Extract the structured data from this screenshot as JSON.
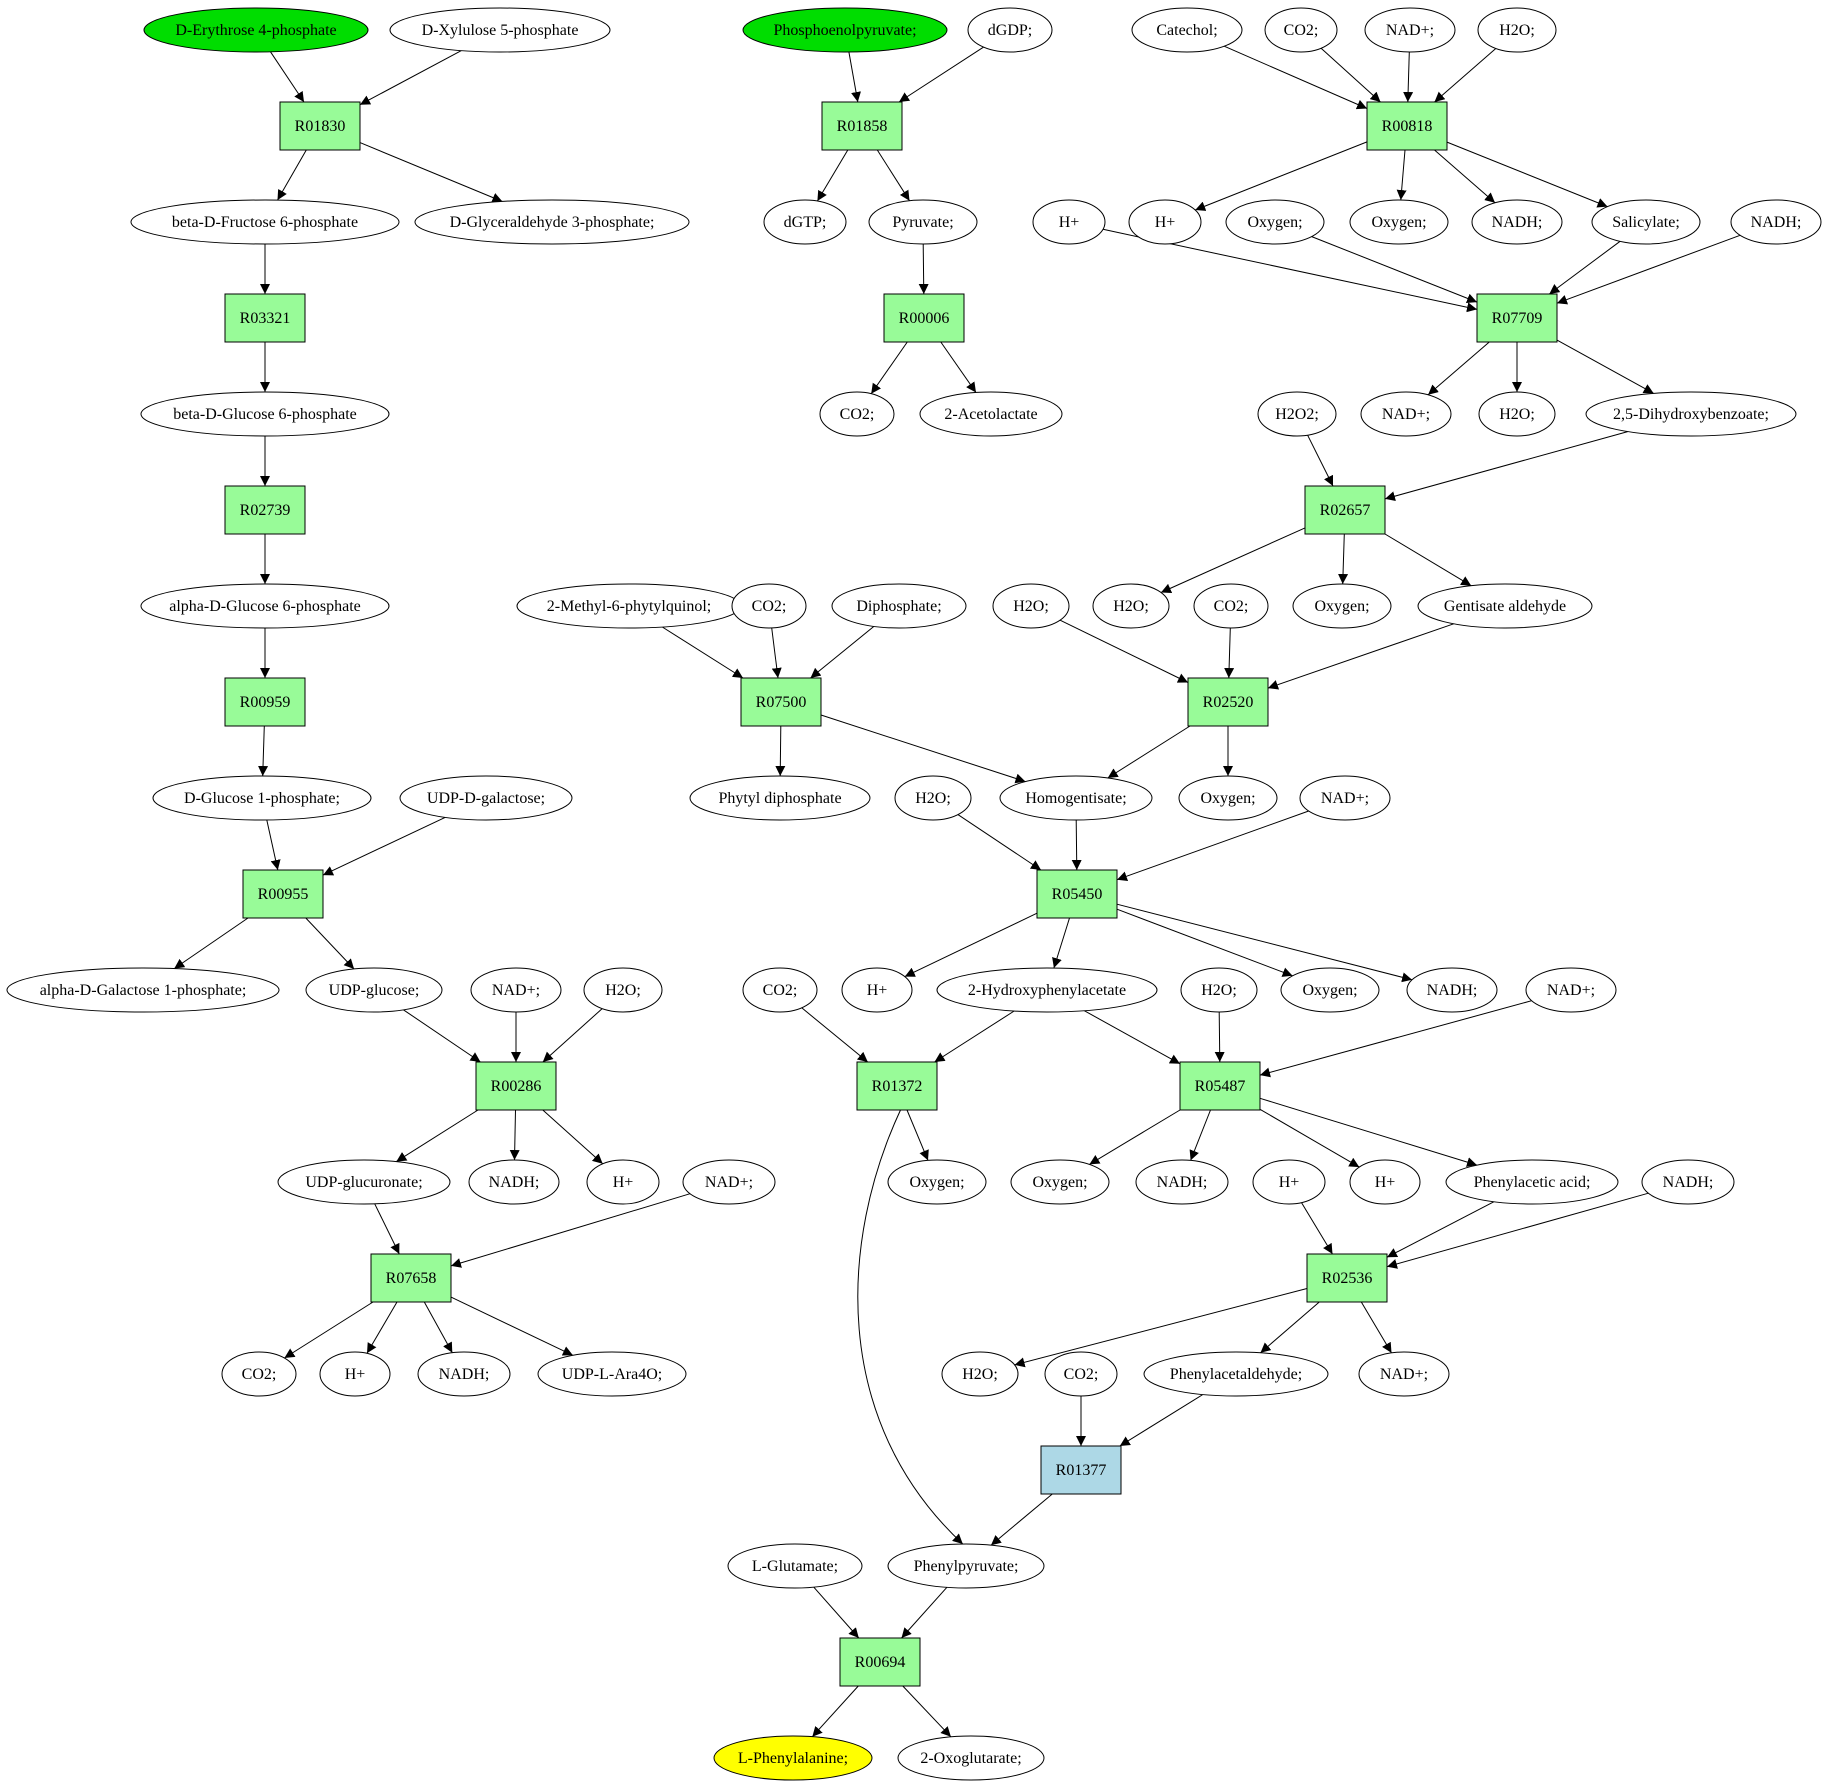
{
  "colors": {
    "start_metabolite": "#00dd00",
    "target_metabolite": "#ffff00",
    "metabolite": "#ffffff",
    "reaction": "#98fb98",
    "reaction_highlight": "#add8e6",
    "stroke": "#000000"
  },
  "reactions": [
    {
      "id": "R01830",
      "label": "R01830",
      "type": "normal"
    },
    {
      "id": "R03321",
      "label": "R03321",
      "type": "normal"
    },
    {
      "id": "R02739",
      "label": "R02739",
      "type": "normal"
    },
    {
      "id": "R00959",
      "label": "R00959",
      "type": "normal"
    },
    {
      "id": "R00955",
      "label": "R00955",
      "type": "normal"
    },
    {
      "id": "R00286",
      "label": "R00286",
      "type": "normal"
    },
    {
      "id": "R07658",
      "label": "R07658",
      "type": "normal"
    },
    {
      "id": "R01858",
      "label": "R01858",
      "type": "normal"
    },
    {
      "id": "R00006",
      "label": "R00006",
      "type": "normal"
    },
    {
      "id": "R00818",
      "label": "R00818",
      "type": "normal"
    },
    {
      "id": "R07709",
      "label": "R07709",
      "type": "normal"
    },
    {
      "id": "R02657",
      "label": "R02657",
      "type": "normal"
    },
    {
      "id": "R07500",
      "label": "R07500",
      "type": "normal"
    },
    {
      "id": "R02520",
      "label": "R02520",
      "type": "normal"
    },
    {
      "id": "R05450",
      "label": "R05450",
      "type": "normal"
    },
    {
      "id": "R01372",
      "label": "R01372",
      "type": "normal"
    },
    {
      "id": "R05487",
      "label": "R05487",
      "type": "normal"
    },
    {
      "id": "R02536",
      "label": "R02536",
      "type": "normal"
    },
    {
      "id": "R01377",
      "label": "R01377",
      "type": "highlight"
    },
    {
      "id": "R00694",
      "label": "R00694",
      "type": "normal"
    }
  ],
  "metabolites": [
    {
      "id": "m_e4p",
      "label": "D-Erythrose 4-phosphate",
      "type": "start"
    },
    {
      "id": "m_x5p",
      "label": "D-Xylulose 5-phosphate",
      "type": "normal"
    },
    {
      "id": "m_bdf6p",
      "label": "beta-D-Fructose 6-phosphate",
      "type": "normal"
    },
    {
      "id": "m_g3p",
      "label": "D-Glyceraldehyde 3-phosphate;",
      "type": "normal"
    },
    {
      "id": "m_bdg6p",
      "label": "beta-D-Glucose 6-phosphate",
      "type": "normal"
    },
    {
      "id": "m_adg6p",
      "label": "alpha-D-Glucose 6-phosphate",
      "type": "normal"
    },
    {
      "id": "m_dg1p",
      "label": "D-Glucose 1-phosphate;",
      "type": "normal"
    },
    {
      "id": "m_udpgal",
      "label": "UDP-D-galactose;",
      "type": "normal"
    },
    {
      "id": "m_adgal1p",
      "label": "alpha-D-Galactose 1-phosphate;",
      "type": "normal"
    },
    {
      "id": "m_udpglc",
      "label": "UDP-glucose;",
      "type": "normal"
    },
    {
      "id": "m_nad_r00286",
      "label": "NAD+;",
      "type": "normal"
    },
    {
      "id": "m_h2o_r00286",
      "label": "H2O;",
      "type": "normal"
    },
    {
      "id": "m_udpglcur",
      "label": "UDP-glucuronate;",
      "type": "normal"
    },
    {
      "id": "m_nadh_r00286",
      "label": "NADH;",
      "type": "normal"
    },
    {
      "id": "m_h_r00286",
      "label": "H+",
      "type": "normal"
    },
    {
      "id": "m_nad_r07658",
      "label": "NAD+;",
      "type": "normal"
    },
    {
      "id": "m_co2_r07658",
      "label": "CO2;",
      "type": "normal"
    },
    {
      "id": "m_h_r07658",
      "label": "H+",
      "type": "normal"
    },
    {
      "id": "m_nadh_r07658",
      "label": "NADH;",
      "type": "normal"
    },
    {
      "id": "m_udpara",
      "label": "UDP-L-Ara4O;",
      "type": "normal"
    },
    {
      "id": "m_pep",
      "label": "Phosphoenolpyruvate;",
      "type": "start"
    },
    {
      "id": "m_dgdp",
      "label": "dGDP;",
      "type": "normal"
    },
    {
      "id": "m_dgtp",
      "label": "dGTP;",
      "type": "normal"
    },
    {
      "id": "m_pyr",
      "label": "Pyruvate;",
      "type": "normal"
    },
    {
      "id": "m_co2_r00006",
      "label": "CO2;",
      "type": "normal"
    },
    {
      "id": "m_acetolac",
      "label": "2-Acetolactate",
      "type": "normal"
    },
    {
      "id": "m_catechol",
      "label": "Catechol;",
      "type": "normal"
    },
    {
      "id": "m_co2_r00818",
      "label": "CO2;",
      "type": "normal"
    },
    {
      "id": "m_nad_r00818",
      "label": "NAD+;",
      "type": "normal"
    },
    {
      "id": "m_h2o_r00818",
      "label": "H2O;",
      "type": "normal"
    },
    {
      "id": "m_h_in_r07709",
      "label": "H+",
      "type": "normal"
    },
    {
      "id": "m_h_r00818",
      "label": "H+",
      "type": "normal"
    },
    {
      "id": "m_oxy_in_r07709",
      "label": "Oxygen;",
      "type": "normal"
    },
    {
      "id": "m_oxy_r00818",
      "label": "Oxygen;",
      "type": "normal"
    },
    {
      "id": "m_nadh_r00818",
      "label": "NADH;",
      "type": "normal"
    },
    {
      "id": "m_salicylate",
      "label": "Salicylate;",
      "type": "normal"
    },
    {
      "id": "m_nadh_in_r07709",
      "label": "NADH;",
      "type": "normal"
    },
    {
      "id": "m_h2o2",
      "label": "H2O2;",
      "type": "normal"
    },
    {
      "id": "m_nad_r07709",
      "label": "NAD+;",
      "type": "normal"
    },
    {
      "id": "m_h2o_r07709",
      "label": "H2O;",
      "type": "normal"
    },
    {
      "id": "m_dhb",
      "label": "2,5-Dihydroxybenzoate;",
      "type": "normal"
    },
    {
      "id": "m_methylphytyl",
      "label": "2-Methyl-6-phytylquinol;",
      "type": "normal"
    },
    {
      "id": "m_co2_in_r07500",
      "label": "CO2;",
      "type": "normal"
    },
    {
      "id": "m_diphosphate",
      "label": "Diphosphate;",
      "type": "normal"
    },
    {
      "id": "m_h2o_in_r02520",
      "label": "H2O;",
      "type": "normal"
    },
    {
      "id": "m_h2o_r02657",
      "label": "H2O;",
      "type": "normal"
    },
    {
      "id": "m_co2_in_r02520",
      "label": "CO2;",
      "type": "normal"
    },
    {
      "id": "m_oxy_r02657",
      "label": "Oxygen;",
      "type": "normal"
    },
    {
      "id": "m_gentisald",
      "label": "Gentisate aldehyde",
      "type": "normal"
    },
    {
      "id": "m_phytyl",
      "label": "Phytyl diphosphate",
      "type": "normal"
    },
    {
      "id": "m_h2o_in_r05450",
      "label": "H2O;",
      "type": "normal"
    },
    {
      "id": "m_homogent",
      "label": "Homogentisate;",
      "type": "normal"
    },
    {
      "id": "m_oxy_r02520",
      "label": "Oxygen;",
      "type": "normal"
    },
    {
      "id": "m_nad_in_r05450",
      "label": "NAD+;",
      "type": "normal"
    },
    {
      "id": "m_co2_in_r01372",
      "label": "CO2;",
      "type": "normal"
    },
    {
      "id": "m_h_r05450",
      "label": "H+",
      "type": "normal"
    },
    {
      "id": "m_2hpa",
      "label": "2-Hydroxyphenylacetate",
      "type": "normal"
    },
    {
      "id": "m_h2o_in_r05487",
      "label": "H2O;",
      "type": "normal"
    },
    {
      "id": "m_oxy_r05450",
      "label": "Oxygen;",
      "type": "normal"
    },
    {
      "id": "m_nadh_r05450",
      "label": "NADH;",
      "type": "normal"
    },
    {
      "id": "m_nad_in_r05487",
      "label": "NAD+;",
      "type": "normal"
    },
    {
      "id": "m_oxy_r01372",
      "label": "Oxygen;",
      "type": "normal"
    },
    {
      "id": "m_oxy_r05487",
      "label": "Oxygen;",
      "type": "normal"
    },
    {
      "id": "m_nadh_r05487",
      "label": "NADH;",
      "type": "normal"
    },
    {
      "id": "m_h_in_r02536",
      "label": "H+",
      "type": "normal"
    },
    {
      "id": "m_h_r05487",
      "label": "H+",
      "type": "normal"
    },
    {
      "id": "m_phenylacetic",
      "label": "Phenylacetic acid;",
      "type": "normal"
    },
    {
      "id": "m_nadh_in_r02536",
      "label": "NADH;",
      "type": "normal"
    },
    {
      "id": "m_h2o_r02536",
      "label": "H2O;",
      "type": "normal"
    },
    {
      "id": "m_co2_in_r01377",
      "label": "CO2;",
      "type": "normal"
    },
    {
      "id": "m_phenylacetald",
      "label": "Phenylacetaldehyde;",
      "type": "normal"
    },
    {
      "id": "m_nad_r02536",
      "label": "NAD+;",
      "type": "normal"
    },
    {
      "id": "m_glutamate",
      "label": "L-Glutamate;",
      "type": "normal"
    },
    {
      "id": "m_phenylpyr",
      "label": "Phenylpyruvate;",
      "type": "normal"
    },
    {
      "id": "m_phe",
      "label": "L-Phenylalanine;",
      "type": "target"
    },
    {
      "id": "m_oxoglut",
      "label": "2-Oxoglutarate;",
      "type": "normal"
    }
  ],
  "edges": [
    [
      "m_e4p",
      "R01830"
    ],
    [
      "m_x5p",
      "R01830"
    ],
    [
      "R01830",
      "m_bdf6p"
    ],
    [
      "R01830",
      "m_g3p"
    ],
    [
      "m_bdf6p",
      "R03321"
    ],
    [
      "R03321",
      "m_bdg6p"
    ],
    [
      "m_bdg6p",
      "R02739"
    ],
    [
      "R02739",
      "m_adg6p"
    ],
    [
      "m_adg6p",
      "R00959"
    ],
    [
      "R00959",
      "m_dg1p"
    ],
    [
      "m_dg1p",
      "R00955"
    ],
    [
      "m_udpgal",
      "R00955"
    ],
    [
      "R00955",
      "m_adgal1p"
    ],
    [
      "R00955",
      "m_udpglc"
    ],
    [
      "m_udpglc",
      "R00286"
    ],
    [
      "m_nad_r00286",
      "R00286"
    ],
    [
      "m_h2o_r00286",
      "R00286"
    ],
    [
      "R00286",
      "m_udpglcur"
    ],
    [
      "R00286",
      "m_nadh_r00286"
    ],
    [
      "R00286",
      "m_h_r00286"
    ],
    [
      "m_udpglcur",
      "R07658"
    ],
    [
      "m_nad_r07658",
      "R07658"
    ],
    [
      "R07658",
      "m_co2_r07658"
    ],
    [
      "R07658",
      "m_h_r07658"
    ],
    [
      "R07658",
      "m_nadh_r07658"
    ],
    [
      "R07658",
      "m_udpara"
    ],
    [
      "m_pep",
      "R01858"
    ],
    [
      "m_dgdp",
      "R01858"
    ],
    [
      "R01858",
      "m_dgtp"
    ],
    [
      "R01858",
      "m_pyr"
    ],
    [
      "m_pyr",
      "R00006"
    ],
    [
      "R00006",
      "m_co2_r00006"
    ],
    [
      "R00006",
      "m_acetolac"
    ],
    [
      "m_catechol",
      "R00818"
    ],
    [
      "m_co2_r00818",
      "R00818"
    ],
    [
      "m_nad_r00818",
      "R00818"
    ],
    [
      "m_h2o_r00818",
      "R00818"
    ],
    [
      "R00818",
      "m_h_r00818"
    ],
    [
      "R00818",
      "m_oxy_r00818"
    ],
    [
      "R00818",
      "m_nadh_r00818"
    ],
    [
      "R00818",
      "m_salicylate"
    ],
    [
      "m_h_in_r07709",
      "R07709"
    ],
    [
      "m_oxy_in_r07709",
      "R07709"
    ],
    [
      "m_salicylate",
      "R07709"
    ],
    [
      "m_nadh_in_r07709",
      "R07709"
    ],
    [
      "R07709",
      "m_nad_r07709"
    ],
    [
      "R07709",
      "m_h2o_r07709"
    ],
    [
      "R07709",
      "m_dhb"
    ],
    [
      "m_h2o2",
      "R02657"
    ],
    [
      "m_dhb",
      "R02657"
    ],
    [
      "R02657",
      "m_h2o_r02657"
    ],
    [
      "R02657",
      "m_oxy_r02657"
    ],
    [
      "R02657",
      "m_gentisald"
    ],
    [
      "m_methylphytyl",
      "R07500"
    ],
    [
      "m_co2_in_r07500",
      "R07500"
    ],
    [
      "m_diphosphate",
      "R07500"
    ],
    [
      "R07500",
      "m_phytyl"
    ],
    [
      "R07500",
      "m_homogent"
    ],
    [
      "m_h2o_in_r02520",
      "R02520"
    ],
    [
      "m_co2_in_r02520",
      "R02520"
    ],
    [
      "m_gentisald",
      "R02520"
    ],
    [
      "R02520",
      "m_homogent"
    ],
    [
      "R02520",
      "m_oxy_r02520"
    ],
    [
      "m_h2o_in_r05450",
      "R05450"
    ],
    [
      "m_homogent",
      "R05450"
    ],
    [
      "m_nad_in_r05450",
      "R05450"
    ],
    [
      "R05450",
      "m_h_r05450"
    ],
    [
      "R05450",
      "m_2hpa"
    ],
    [
      "R05450",
      "m_oxy_r05450"
    ],
    [
      "R05450",
      "m_nadh_r05450"
    ],
    [
      "m_co2_in_r01372",
      "R01372"
    ],
    [
      "m_2hpa",
      "R01372"
    ],
    [
      "R01372",
      "m_oxy_r01372"
    ],
    [
      "m_2hpa",
      "R05487"
    ],
    [
      "m_h2o_in_r05487",
      "R05487"
    ],
    [
      "m_nad_in_r05487",
      "R05487"
    ],
    [
      "R05487",
      "m_oxy_r05487"
    ],
    [
      "R05487",
      "m_nadh_r05487"
    ],
    [
      "R05487",
      "m_h_r05487"
    ],
    [
      "R05487",
      "m_phenylacetic"
    ],
    [
      "m_h_in_r02536",
      "R02536"
    ],
    [
      "m_phenylacetic",
      "R02536"
    ],
    [
      "m_nadh_in_r02536",
      "R02536"
    ],
    [
      "R02536",
      "m_h2o_r02536"
    ],
    [
      "R02536",
      "m_phenylacetald"
    ],
    [
      "R02536",
      "m_nad_r02536"
    ],
    [
      "m_co2_in_r01377",
      "R01377"
    ],
    [
      "m_phenylacetald",
      "R01377"
    ],
    [
      "R01372",
      "m_phenylpyr"
    ],
    [
      "R01377",
      "m_phenylpyr"
    ],
    [
      "m_glutamate",
      "R00694"
    ],
    [
      "m_phenylpyr",
      "R00694"
    ],
    [
      "R00694",
      "m_phe"
    ],
    [
      "R00694",
      "m_oxoglut"
    ]
  ]
}
